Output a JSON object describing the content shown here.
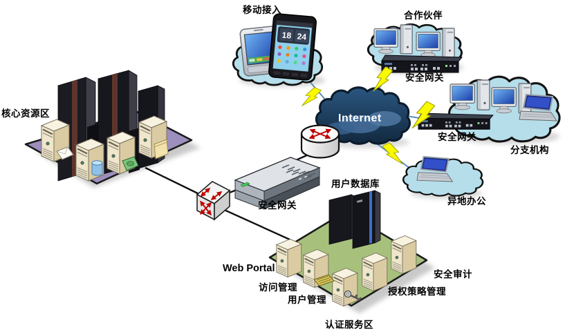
{
  "labels": {
    "core_zone": "核心资源区",
    "mobile_access": "移动接入",
    "partner": "合作伙伴",
    "partner_gateway": "安全网关",
    "internet": "Internet",
    "branch": "分支机构",
    "branch_gateway": "安全网关",
    "remote_office": "异地办公",
    "center_gateway": "安全网关",
    "user_database": "用户数据库",
    "web_portal": "Web Portal",
    "access_mgmt": "访问管理",
    "user_mgmt": "用户管理",
    "authz_policy_mgmt": "授权策略管理",
    "security_audit": "安全审计",
    "auth_zone": "认证服务区"
  },
  "phone": {
    "clock_hours": "18",
    "clock_minutes": "24"
  },
  "colors": {
    "core_platform": "#9C8FBD",
    "auth_platform": "#A7C17D",
    "cloud": "#B5DEEA",
    "internet_cloud": "#1F3E5E",
    "lightning": "#F9F900",
    "arrow_red": "#C00000",
    "line_black": "#111111",
    "line_blue": "#5B8DB8"
  }
}
